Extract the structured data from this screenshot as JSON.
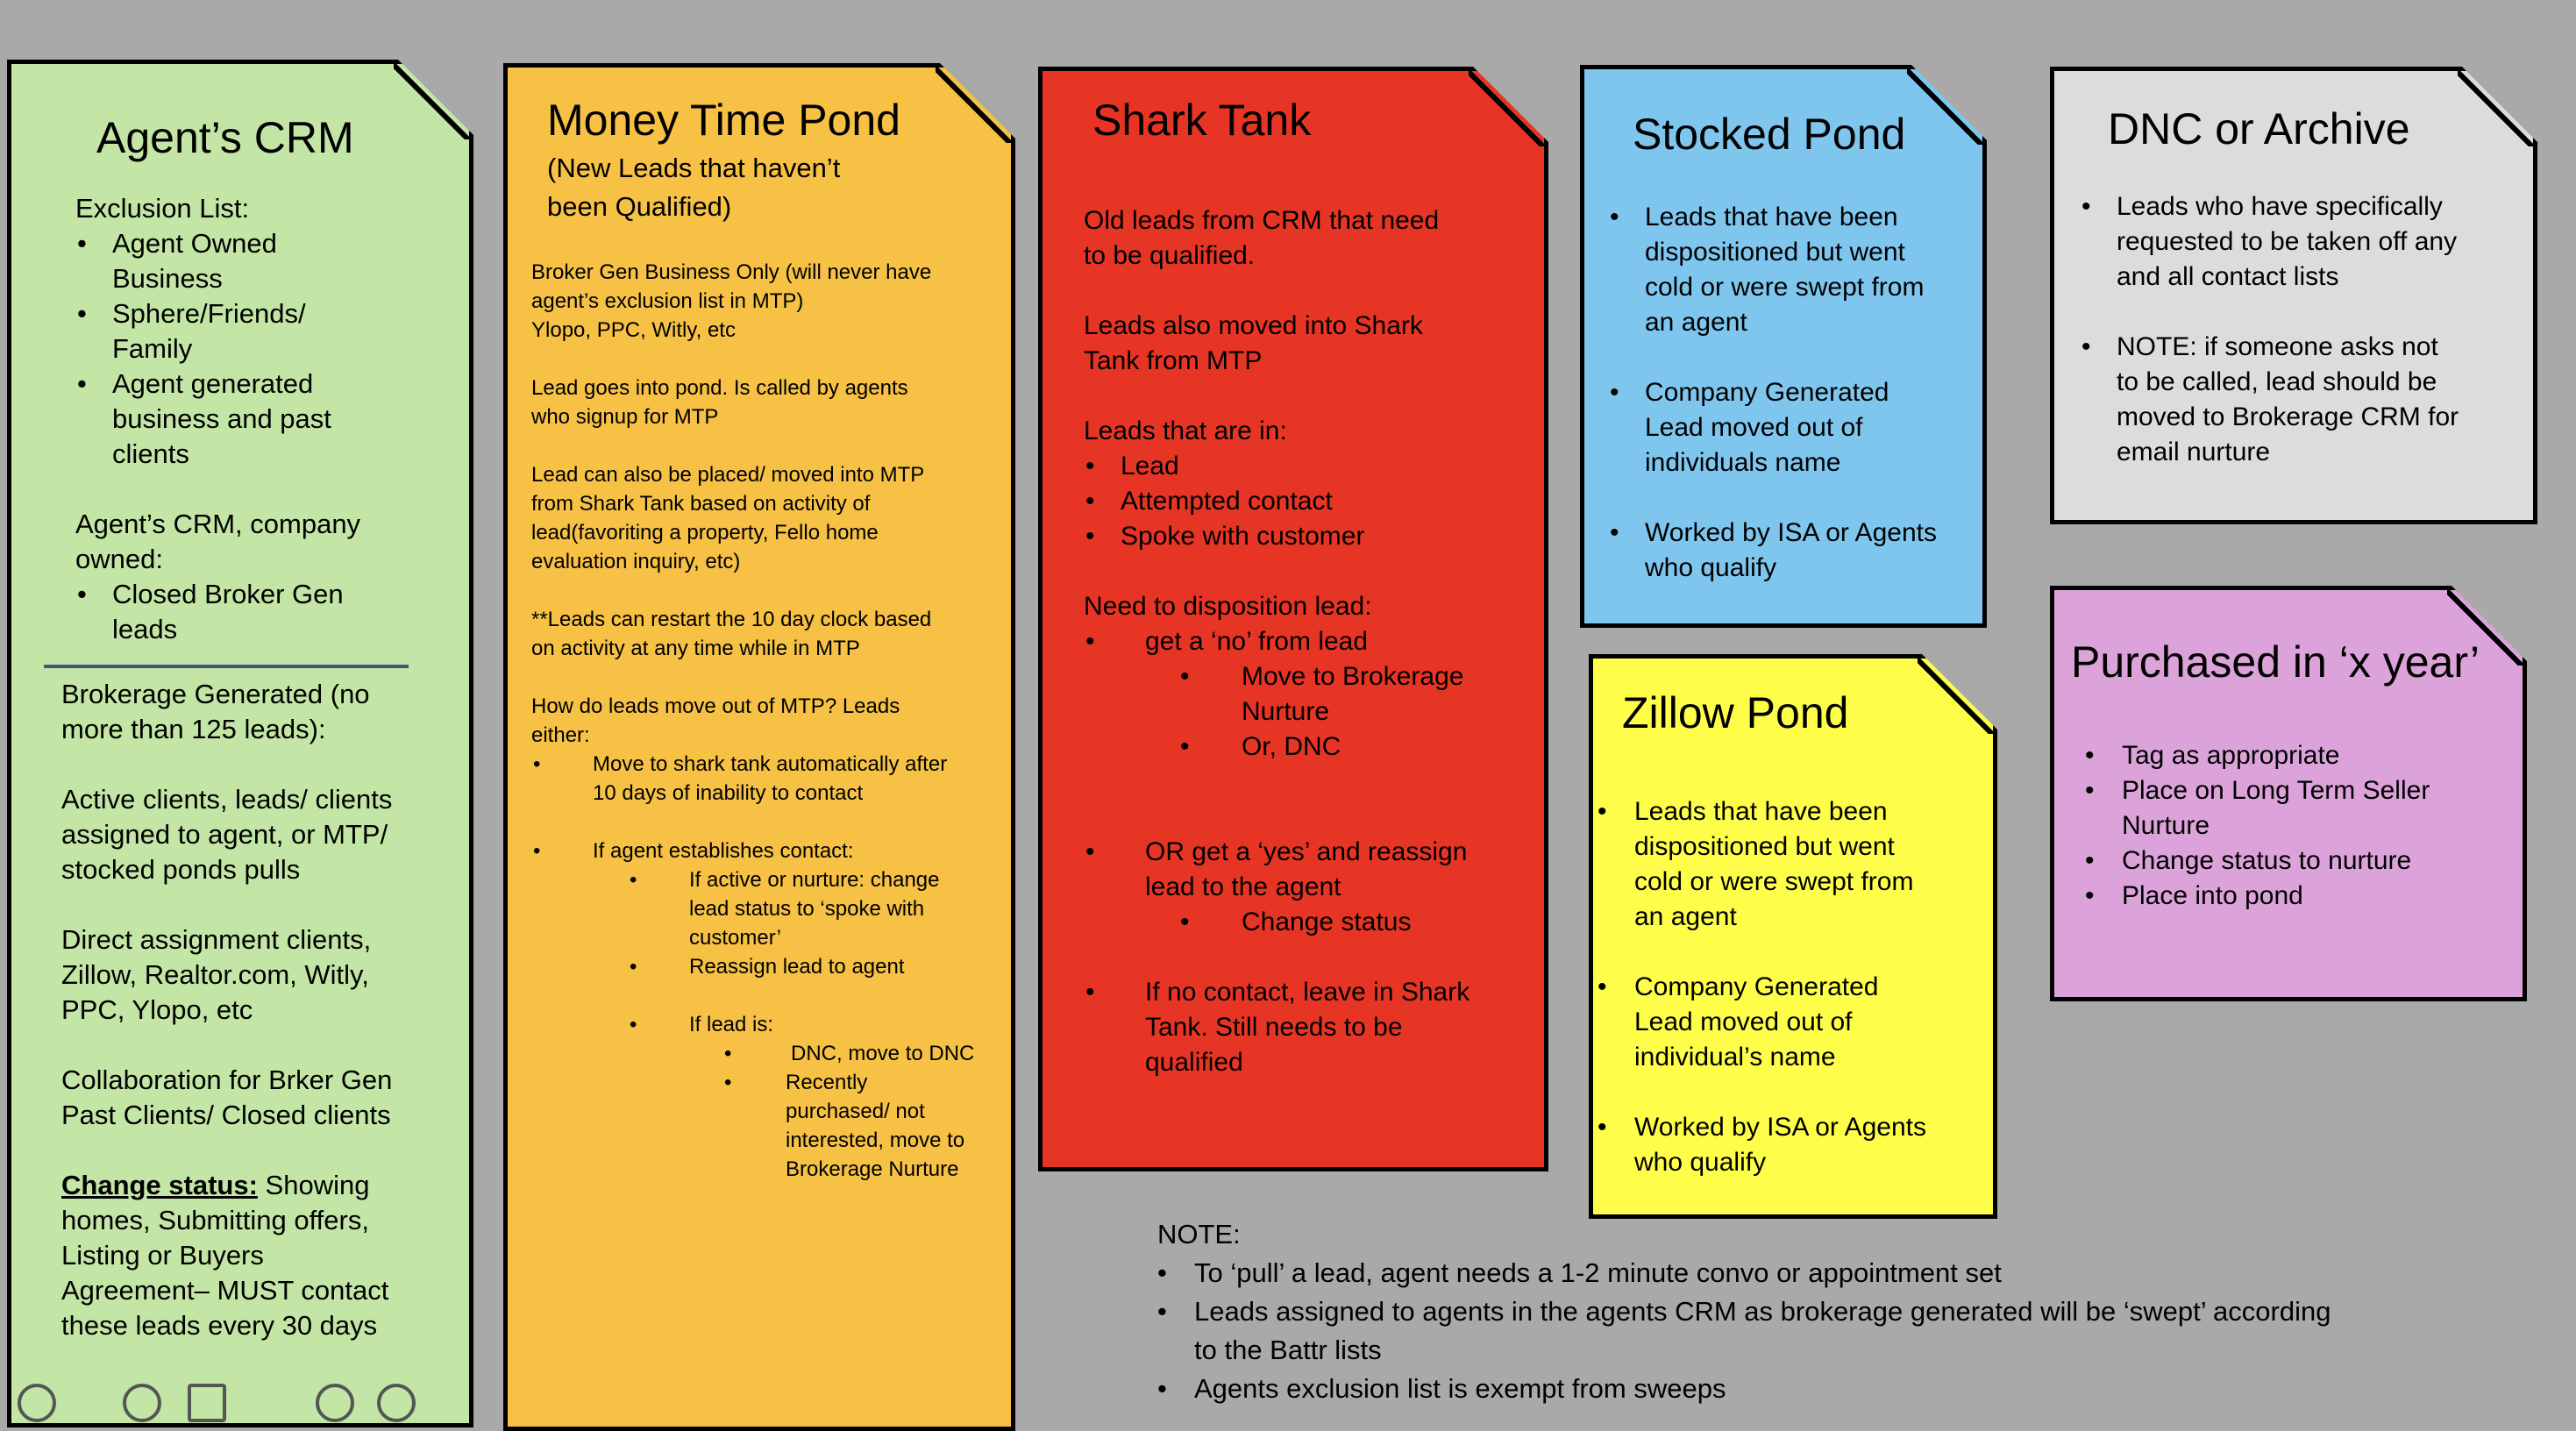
{
  "agents_crm": {
    "title": "Agent’s CRM",
    "exclusion_heading": "Exclusion List:",
    "exclusion_items": [
      [
        "Agent Owned",
        "Business"
      ],
      [
        "Sphere/Friends/",
        "Family"
      ],
      [
        "Agent generated",
        "business and past",
        "clients"
      ]
    ],
    "company_owned_lines": [
      "Agent’s CRM, company",
      "owned:"
    ],
    "company_owned_items": [
      [
        "Closed Broker Gen",
        "leads"
      ]
    ],
    "brokerage_lines": [
      "Brokerage Generated (no",
      "more than 125 leads):"
    ],
    "active_lines": [
      "Active clients, leads/ clients",
      "assigned to agent, or MTP/",
      "stocked ponds pulls"
    ],
    "direct_lines": [
      "Direct assignment clients,",
      "Zillow, Realtor.com, Witly,",
      "PPC, Ylopo, etc"
    ],
    "collab_lines": [
      "Collaboration for Brker Gen",
      "Past Clients/ Closed clients"
    ],
    "change_status_label": "Change status:",
    "change_status_first": " Showing",
    "change_status_lines": [
      "homes, Submitting offers,",
      "Listing or Buyers",
      "Agreement– MUST contact",
      "these leads every 30 days"
    ]
  },
  "money_time_pond": {
    "title": "Money Time  Pond",
    "subtitle_lines": [
      "(New Leads that haven’t",
      "been Qualified)"
    ],
    "p1": [
      "Broker Gen Business Only (will never have",
      "agent’s exclusion list in MTP)",
      "Ylopo, PPC, Witly, etc"
    ],
    "p2": [
      "Lead goes into pond.  Is called by agents",
      "who signup for MTP"
    ],
    "p3": [
      "Lead can also be placed/ moved into MTP",
      "from Shark Tank based on activity  of",
      "lead(favoriting a property, Fello home",
      "evaluation inquiry, etc)"
    ],
    "p4": [
      "**Leads can restart the 10 day clock based",
      "on activity at any time while in MTP"
    ],
    "p5": [
      "How do leads move out of MTP? Leads",
      "either:"
    ],
    "b1": [
      "Move to shark tank  automatically after",
      "10 days of inability to contact"
    ],
    "b2": "If agent establishes contact:",
    "b2a": [
      "If  active or nurture: change",
      "lead status to ‘spoke with",
      "customer’"
    ],
    "b2b": "Reassign lead to agent",
    "b2c": "If lead is:",
    "b2c1": "DNC, move to DNC",
    "b2c2": [
      "Recently",
      "purchased/ not",
      "interested, move to",
      "Brokerage Nurture"
    ]
  },
  "shark_tank": {
    "title": "Shark Tank",
    "p1": [
      "Old leads from CRM that need",
      "to be qualified."
    ],
    "p2": [
      "Leads also moved into Shark",
      "Tank from MTP"
    ],
    "p3": "Leads that are in:",
    "in_items": [
      "Lead",
      "Attempted contact",
      "Spoke with customer"
    ],
    "p4": "Need to disposition lead:",
    "no_item": "get a ‘no’ from lead",
    "no_sub": [
      [
        "Move to Brokerage",
        "Nurture"
      ],
      [
        "Or, DNC"
      ]
    ],
    "yes_item": [
      "OR get a ‘yes’ and reassign",
      "lead to the agent"
    ],
    "yes_sub": "Change status",
    "nocontact_item": [
      "If no contact, leave in Shark",
      "Tank.  Still needs to be",
      "qualified"
    ]
  },
  "stocked_pond": {
    "title": "Stocked Pond",
    "items": [
      [
        "Leads that have been",
        "dispositioned but went",
        "cold or were swept from",
        "an agent"
      ],
      [
        "Company Generated",
        "Lead moved out of",
        "individuals name"
      ],
      [
        "Worked by ISA or Agents",
        "who qualify"
      ]
    ]
  },
  "dnc_archive": {
    "title": "DNC or Archive",
    "items": [
      [
        "Leads who have specifically",
        "requested to be taken off any",
        "and all contact lists"
      ],
      [
        "NOTE:  if someone asks not",
        "to be called, lead should be",
        "moved to Brokerage CRM for",
        "email nurture"
      ]
    ]
  },
  "zillow_pond": {
    "title": "Zillow Pond",
    "items": [
      [
        "Leads that have been",
        "dispositioned but went",
        "cold or were swept from",
        "an agent"
      ],
      [
        "Company Generated",
        "Lead moved out of",
        "individual’s name"
      ],
      [
        "Worked by ISA or Agents",
        "who qualify"
      ]
    ]
  },
  "purchased": {
    "title": "Purchased in ‘x year’",
    "items": [
      [
        "Tag as appropriate"
      ],
      [
        "Place on Long Term Seller",
        "Nurture"
      ],
      [
        "Change status to nurture"
      ],
      [
        "Place into pond"
      ]
    ]
  },
  "note": {
    "heading": "NOTE:",
    "items": [
      [
        "To ‘pull’ a lead, agent needs a 1-2 minute convo or appointment set"
      ],
      [
        "Leads assigned to agents in the agents CRM as brokerage generated will be ‘swept’ according",
        "to the Battr lists"
      ],
      [
        "Agents exclusion list is exempt from sweeps"
      ]
    ]
  },
  "colors": {
    "agents_crm": "#c3e6a6",
    "money_time_pond": "#f6c144",
    "shark_tank": "#e63524",
    "stocked_pond": "#7fc6ef",
    "dnc_archive": "#dcdcdc",
    "zillow_pond": "#fefe4a",
    "purchased": "#dca3da",
    "background": "#a9a9a9"
  }
}
